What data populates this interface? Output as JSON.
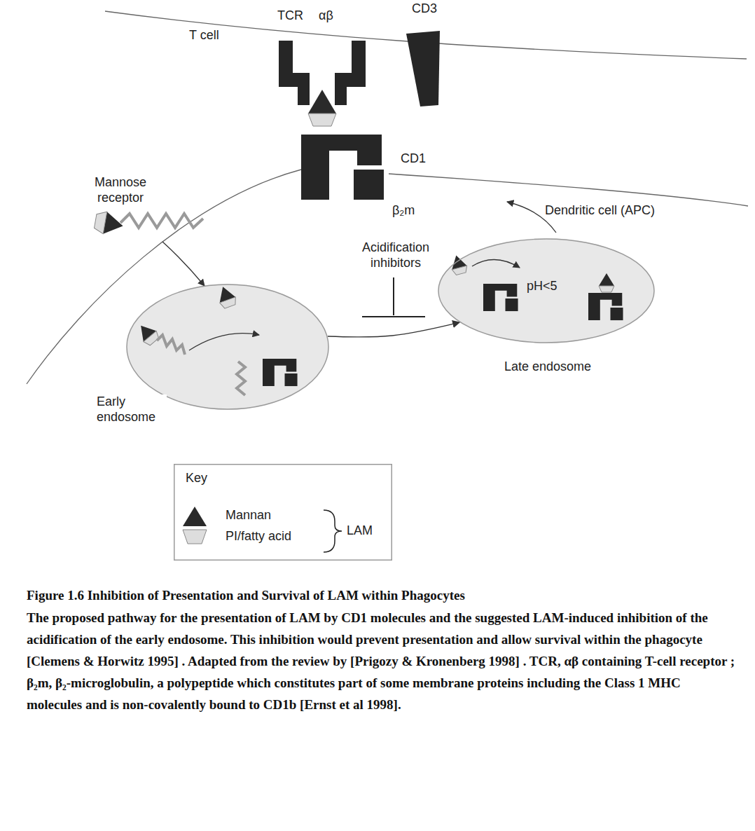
{
  "diagram": {
    "title": "Figure 1.6 Inhibition of Presentation and Survival of LAM within Phagocytes",
    "caption": "The proposed pathway for the presentation of LAM by CD1 molecules and the suggested LAM-induced inhibition of the acidification of the early endosome. This inhibition would prevent presentation and allow survival within the phagocyte [Clemens & Horwitz 1995] . Adapted from the review by [Prigozy & Kronenberg 1998] . TCR, αβ containing T-cell receptor ; β₂m, β₂-microglobulin, a polypeptide which constitutes part of some membrane proteins including the Class 1 MHC molecules and is non-covalently bound to CD1b [Ernst et al 1998].",
    "nodes": [
      {
        "text": [
          "Early endosome"
        ]
      },
      {
        "text": [
          "pH<5",
          "Late endosome"
        ]
      },
      {
        "text": [
          "Key"
        ]
      }
    ],
    "edges": [
      {
        "from": 0,
        "to": 1,
        "arrow": "to"
      }
    ],
    "labels": [
      "T cell",
      "TCR",
      "αβ",
      "CD3",
      "CD1",
      "β₂m",
      "Mannose receptor",
      "Dendritic cell (APC)",
      "Acidification inhibitors",
      "LAM"
    ],
    "legend": [
      {
        "text": "Mannan"
      },
      {
        "text": "PI/fatty acid"
      }
    ]
  }
}
